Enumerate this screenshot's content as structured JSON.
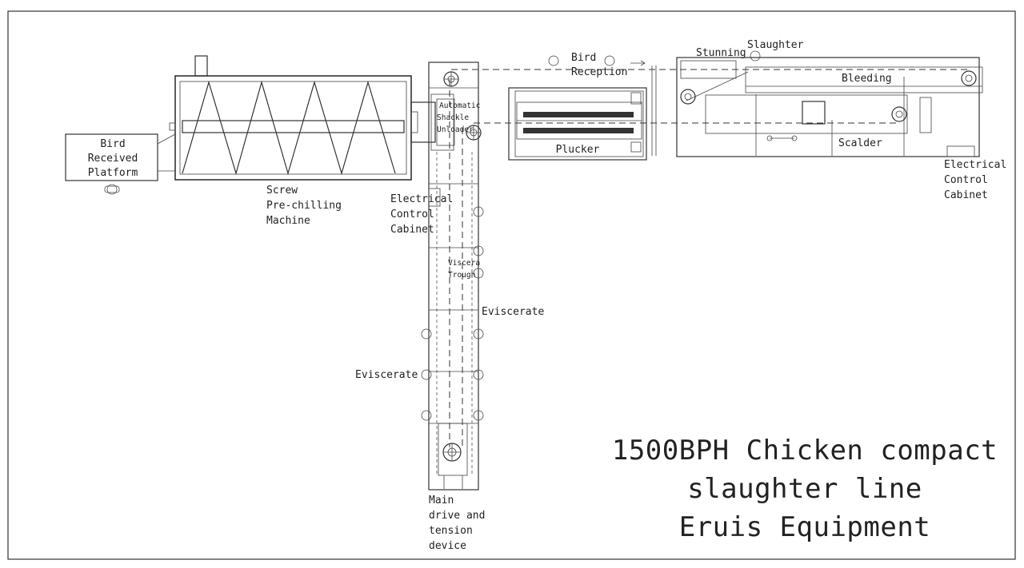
{
  "title": {
    "line1": "1500BPH Chicken compact",
    "line2": "slaughter line",
    "line3": "Eruis Equipment"
  },
  "labels": {
    "bird_received_platform": [
      "Bird",
      "Received",
      "Platform"
    ],
    "screw_prechilling": [
      "Screw",
      "Pre-chilling",
      "Machine"
    ],
    "automatic_unloader": [
      "Automatic",
      "Shackle",
      "Unloader"
    ],
    "electrical_cabinet_left": [
      "Electrical",
      "Control",
      "Cabinet"
    ],
    "viscera_trough": [
      "Viscera",
      "Trough"
    ],
    "eviscerate_right": "Eviscerate",
    "eviscerate_left": "Eviscerate",
    "main_drive": [
      "Main",
      "drive and",
      "tension",
      "device"
    ],
    "bird_reception": [
      "Bird",
      "Reception"
    ],
    "plucker": "Plucker",
    "stunning": "Stunning",
    "slaughter": "Slaughter",
    "bleeding": "Bleeding",
    "scalder": "Scalder",
    "electrical_cabinet_right": [
      "Electrical",
      "Control",
      "Cabinet"
    ]
  }
}
